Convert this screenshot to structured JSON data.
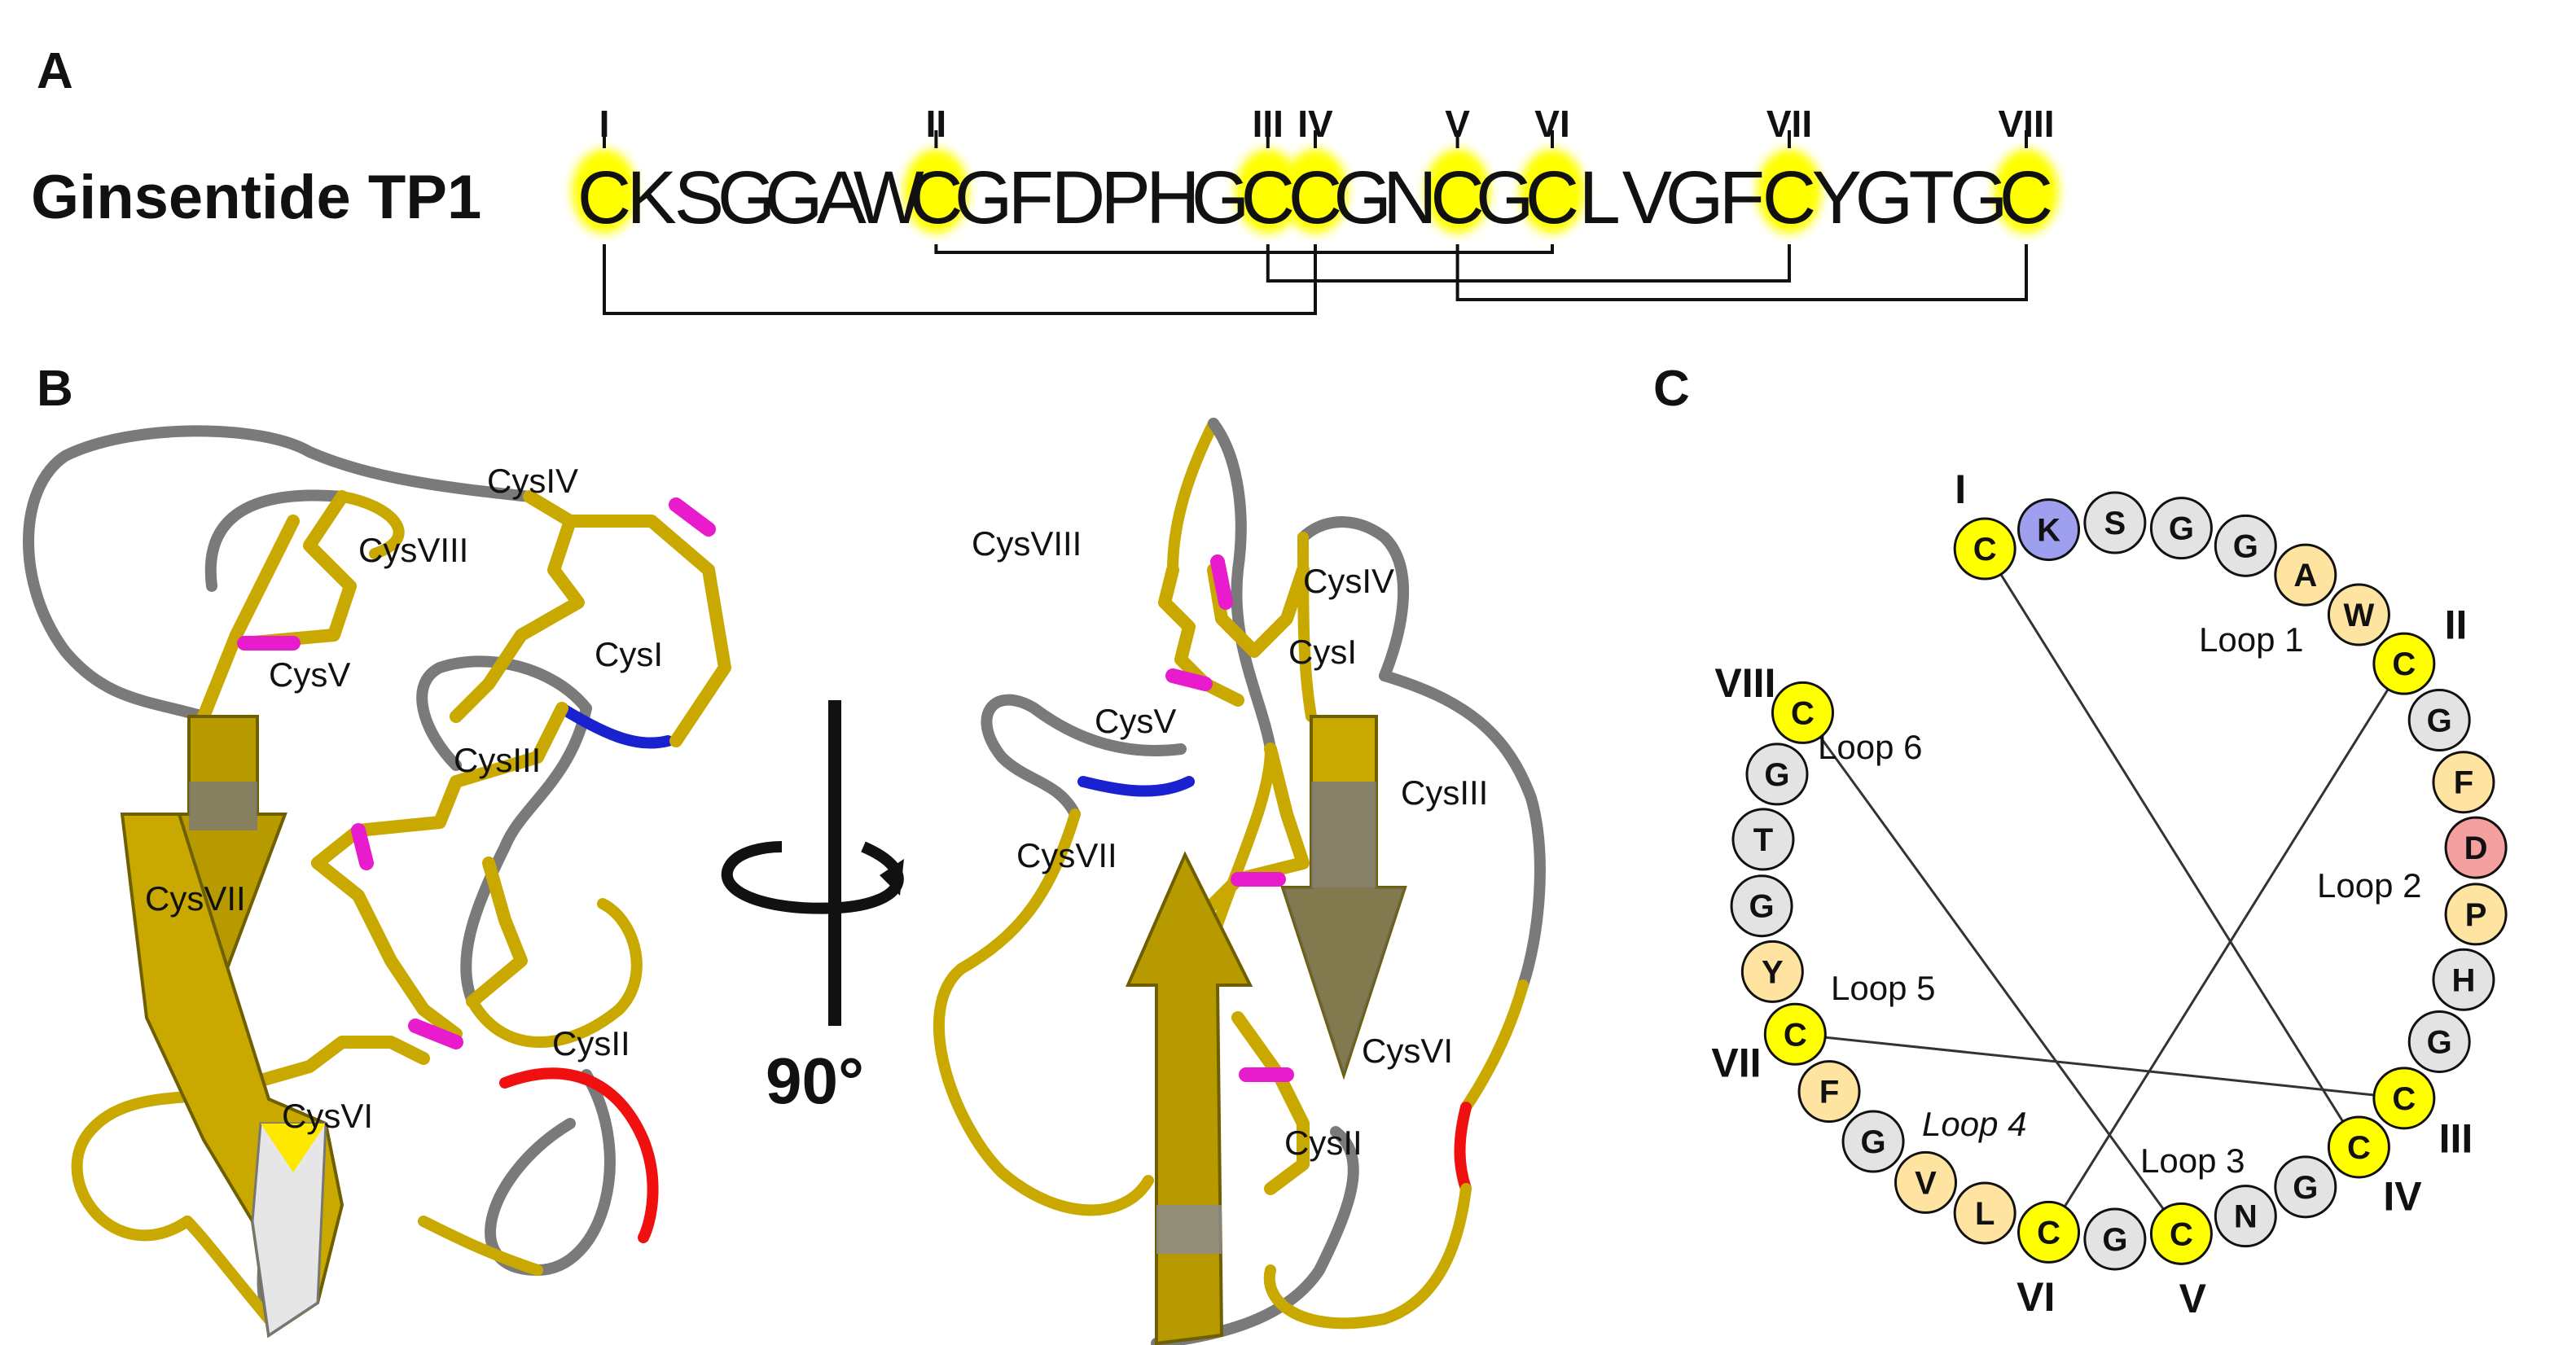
{
  "panels": {
    "a": "A",
    "b": "B",
    "c": "C"
  },
  "sequence": {
    "name": "Ginsentide TP1",
    "letters": [
      "C",
      "K",
      "S",
      "G",
      "G",
      "A",
      "W",
      "C",
      "G",
      "F",
      "D",
      "P",
      "H",
      "G",
      "C",
      "C",
      "G",
      "N",
      "C",
      "G",
      "C",
      "L",
      "V",
      "G",
      "F",
      "C",
      "Y",
      "G",
      "T",
      "G",
      "C"
    ],
    "cys_indices": [
      0,
      7,
      14,
      15,
      18,
      20,
      25,
      30
    ],
    "cys_numerals": [
      "I",
      "II",
      "III",
      "IV",
      "V",
      "VI",
      "VII",
      "VIII"
    ],
    "disulfide_pairs": [
      [
        0,
        3
      ],
      [
        1,
        5
      ],
      [
        2,
        6
      ],
      [
        4,
        7
      ]
    ],
    "highlight_color": "#ffff00"
  },
  "structure": {
    "rotation_label": "90°",
    "left_labels": [
      "CysIV",
      "CysVIII",
      "CysV",
      "CysI",
      "CysIII",
      "CysVII",
      "CysII",
      "CysVI"
    ],
    "right_labels": [
      "CysVIII",
      "CysIV",
      "CysI",
      "CysV",
      "CysIII",
      "CysVII",
      "CysVI",
      "CysII"
    ],
    "colors": {
      "gold": "#c9a800",
      "gray": "#7a7a7a",
      "magenta": "#e81ccd",
      "blue": "#1a22d0",
      "red": "#f01010"
    }
  },
  "wheel": {
    "residues": [
      {
        "l": "C",
        "c": "#ffff00"
      },
      {
        "l": "K",
        "c": "#9f9ff0"
      },
      {
        "l": "S",
        "c": "#e3e3e3"
      },
      {
        "l": "G",
        "c": "#e3e3e3"
      },
      {
        "l": "G",
        "c": "#e3e3e3"
      },
      {
        "l": "A",
        "c": "#ffe3a0"
      },
      {
        "l": "W",
        "c": "#ffe3a0"
      },
      {
        "l": "C",
        "c": "#ffff00"
      },
      {
        "l": "G",
        "c": "#e3e3e3"
      },
      {
        "l": "F",
        "c": "#ffe3a0"
      },
      {
        "l": "D",
        "c": "#f4a0a0"
      },
      {
        "l": "P",
        "c": "#ffe3a0"
      },
      {
        "l": "H",
        "c": "#e3e3e3"
      },
      {
        "l": "G",
        "c": "#e3e3e3"
      },
      {
        "l": "C",
        "c": "#ffff00"
      },
      {
        "l": "C",
        "c": "#ffff00"
      },
      {
        "l": "G",
        "c": "#e3e3e3"
      },
      {
        "l": "N",
        "c": "#e3e3e3"
      },
      {
        "l": "C",
        "c": "#ffff00"
      },
      {
        "l": "G",
        "c": "#e3e3e3"
      },
      {
        "l": "C",
        "c": "#ffff00"
      },
      {
        "l": "L",
        "c": "#ffe3a0"
      },
      {
        "l": "V",
        "c": "#ffe3a0"
      },
      {
        "l": "G",
        "c": "#e3e3e3"
      },
      {
        "l": "F",
        "c": "#ffe3a0"
      },
      {
        "l": "C",
        "c": "#ffff00"
      },
      {
        "l": "Y",
        "c": "#ffe3a0"
      },
      {
        "l": "G",
        "c": "#e3e3e3"
      },
      {
        "l": "T",
        "c": "#e3e3e3"
      },
      {
        "l": "G",
        "c": "#e3e3e3"
      },
      {
        "l": "C",
        "c": "#ffff00"
      }
    ],
    "numerals": [
      "I",
      "II",
      "III",
      "IV",
      "V",
      "VI",
      "VII",
      "VIII"
    ],
    "loops": [
      "Loop 1",
      "Loop 2",
      "Loop 3",
      "Loop 4",
      "Loop 5",
      "Loop 6"
    ],
    "disulfide_pairs": [
      [
        0,
        15
      ],
      [
        7,
        20
      ],
      [
        14,
        25
      ],
      [
        18,
        30
      ]
    ]
  }
}
